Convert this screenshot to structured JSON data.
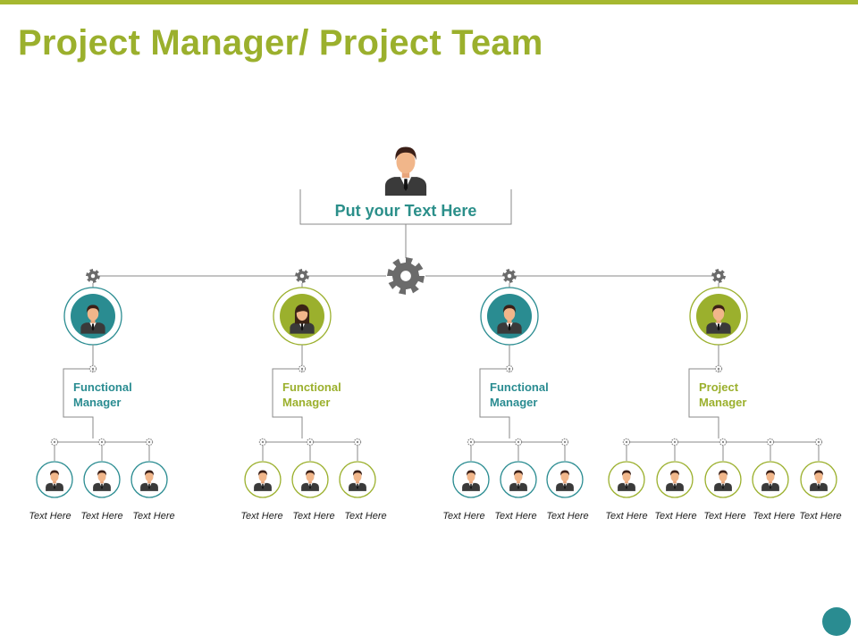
{
  "title": "Project Manager/ Project Team",
  "colors": {
    "accent_green": "#9bb02d",
    "accent_teal": "#2a8c91",
    "line": "#8a8a8a",
    "gear": "#6b6b6b"
  },
  "root": {
    "label": "Put your Text Here",
    "icon": "man-avatar-icon"
  },
  "branches": [
    {
      "role": [
        "Functional",
        "Manager"
      ],
      "color": "#2a8c91",
      "icon": "man-avatar-icon",
      "members": [
        "Text Here",
        "Text Here",
        "Text Here"
      ]
    },
    {
      "role": [
        "Functional",
        "Manager"
      ],
      "color": "#9bb02d",
      "icon": "woman-avatar-icon",
      "members": [
        "Text Here",
        "Text Here",
        "Text Here"
      ]
    },
    {
      "role": [
        "Functional",
        "Manager"
      ],
      "color": "#2a8c91",
      "icon": "man-avatar-icon",
      "members": [
        "Text Here",
        "Text Here",
        "Text Here"
      ]
    },
    {
      "role": [
        "Project",
        "Manager"
      ],
      "color": "#9bb02d",
      "icon": "man-avatar-icon",
      "members": [
        "Text Here",
        "Text Here",
        "Text Here",
        "Text Here",
        "Text Here"
      ]
    }
  ]
}
